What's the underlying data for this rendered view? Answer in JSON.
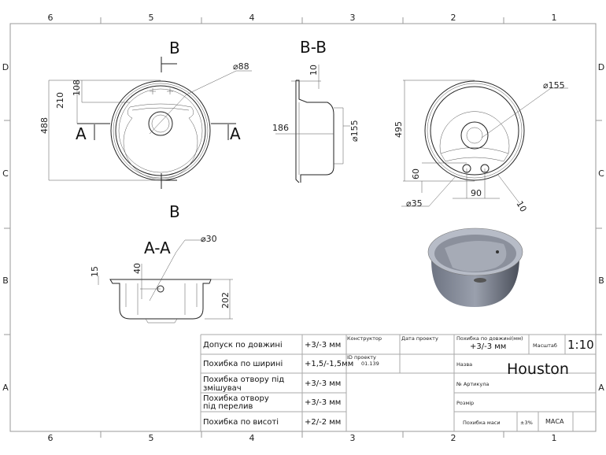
{
  "frame": {
    "columns": [
      "6",
      "5",
      "4",
      "3",
      "2",
      "1"
    ],
    "rows": [
      "D",
      "C",
      "B",
      "A"
    ]
  },
  "views": {
    "section_bb": "B-B",
    "section_aa": "A-A",
    "cut_b": "B",
    "cut_a": "A",
    "top_dims": {
      "d88": "⌀88",
      "h488": "488",
      "h210": "210",
      "h108": "108"
    },
    "bb_dims": {
      "d10": "10",
      "d186": "186",
      "d155": "⌀155"
    },
    "bottom_dims": {
      "d155": "⌀155",
      "h495": "495",
      "h60": "60",
      "w90": "90",
      "d35": "⌀35",
      "r10": "10"
    },
    "aa_dims": {
      "d30": "⌀30",
      "h15": "15",
      "h40": "40",
      "h202": "202"
    }
  },
  "title_block": {
    "tolerances": [
      {
        "label": "Допуск по довжині",
        "value": "+3/-3 мм"
      },
      {
        "label": "Похибка по ширині",
        "value": "+1,5/-1,5мм"
      },
      {
        "label": "Похибка отвору під",
        "label2": "змішувач",
        "value": "+3/-3 мм"
      },
      {
        "label": "Похибка отвору",
        "label2": "під перелив",
        "value": "+3/-3 мм"
      },
      {
        "label": "Похибка по висоті",
        "value": "+2/-2 мм"
      }
    ],
    "designer_label": "Конструктор",
    "date_label": "Дата проекту",
    "project_id_label": "ID проекту",
    "project_id": "01.139",
    "length_tol_label": "Похибка по довжині(мм)",
    "length_tol": "+3/-3 мм",
    "scale_label": "Масштаб",
    "scale": "1:10",
    "name_label": "Назва",
    "name": "Houston",
    "article_label": "№ Артикула",
    "size_label": "Розмір",
    "mass_tol_label": "Похибка маси",
    "mass_tol": "±3%",
    "mass_label": "МАСА"
  }
}
